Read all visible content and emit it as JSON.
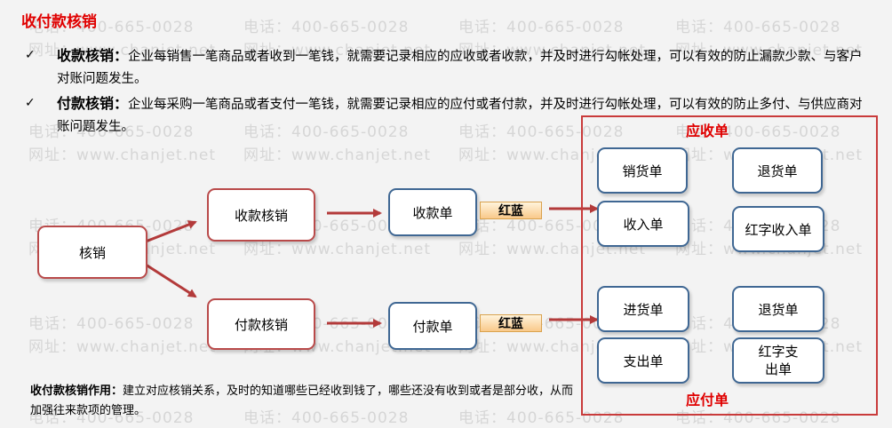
{
  "title": "收付款核销",
  "bullets": [
    {
      "check": "✓",
      "term": "收款核销：",
      "text": "企业每销售一笔商品或者收到一笔钱，就需要记录相应的应收或者收款，并及时进行勾帐处理，可以有效的防止漏款少款、与客户对账问题发生。"
    },
    {
      "check": "✓",
      "term": "付款核销：",
      "text": "企业每采购一笔商品或者支付一笔钱，就需要记录相应的应付或者付款，并及时进行勾帐处理，可以有效的防止多付、与供应商对账问题发生。"
    }
  ],
  "diagram": {
    "root": "核销",
    "receive_writeoff": "收款核销",
    "pay_writeoff": "付款核销",
    "receipt": "收款单",
    "payment": "付款单",
    "tag_top": "红蓝",
    "tag_bottom": "红蓝",
    "receivable_label": "应收单",
    "payable_label": "应付单",
    "receivable_items": [
      "销货单",
      "退货单",
      "收入单",
      "红字收入单"
    ],
    "payable_items": [
      "进货单",
      "退货单",
      "支出单",
      "红字支出单"
    ]
  },
  "footer": {
    "term": "收付款核销作用：",
    "text": "建立对应核销关系，及时的知道哪些已经收到钱了，哪些还没有收到或者是部分收，从而加强往来款项的管理。"
  },
  "watermark": {
    "phone": "电话：400-665-0028",
    "site": "网址：www.chanjet.net"
  },
  "colors": {
    "title": "#e00000",
    "red_border": "#b94a4a",
    "blue_border": "#3f6793",
    "arrow": "#b33a3a"
  }
}
